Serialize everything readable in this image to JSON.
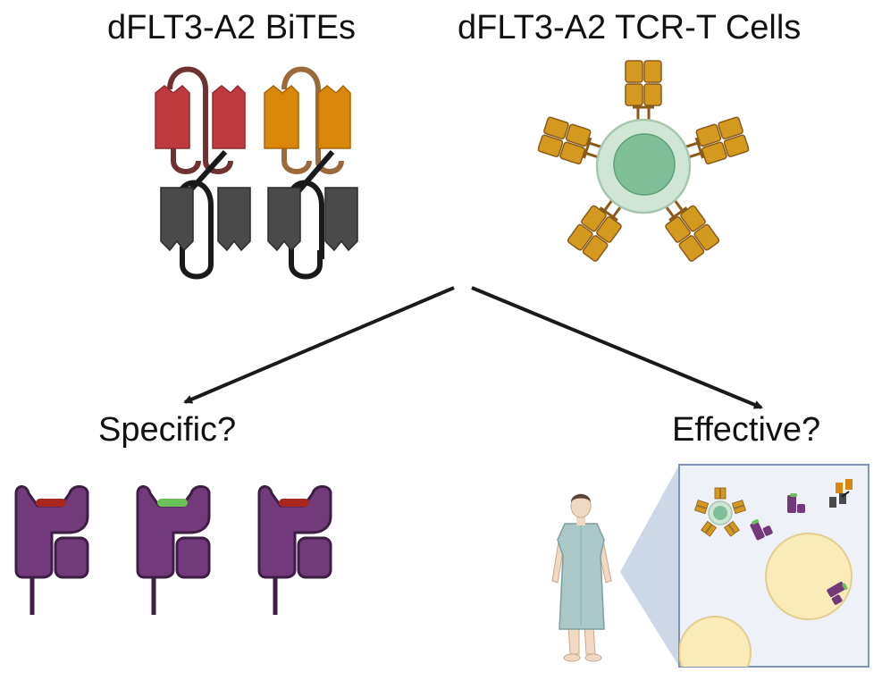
{
  "labels": {
    "bites_title": "dFLT3-A2 BiTEs",
    "tcr_title": "dFLT3-A2 TCR-T Cells",
    "specific_question": "Specific?",
    "effective_question": "Effective?"
  },
  "colors": {
    "bite_red": "#be3a3e",
    "bite_orange": "#d9870b",
    "bite_grey": "#4a4a4a",
    "receptor_gold": "#d49a1f",
    "tcell_membrane": "#cfe5d5",
    "tcell_nucleus": "#7fbf98",
    "mhc_purple": "#733a7b",
    "peptide_red": "#a8281e",
    "peptide_green": "#6cc05a",
    "gown": "#a9c8c7",
    "inset_bg": "#eef1f8",
    "inset_border": "#7f92b8",
    "target_cell": "#faebb9"
  },
  "panels": {
    "mhc_peptides": [
      "red",
      "green",
      "red"
    ]
  }
}
